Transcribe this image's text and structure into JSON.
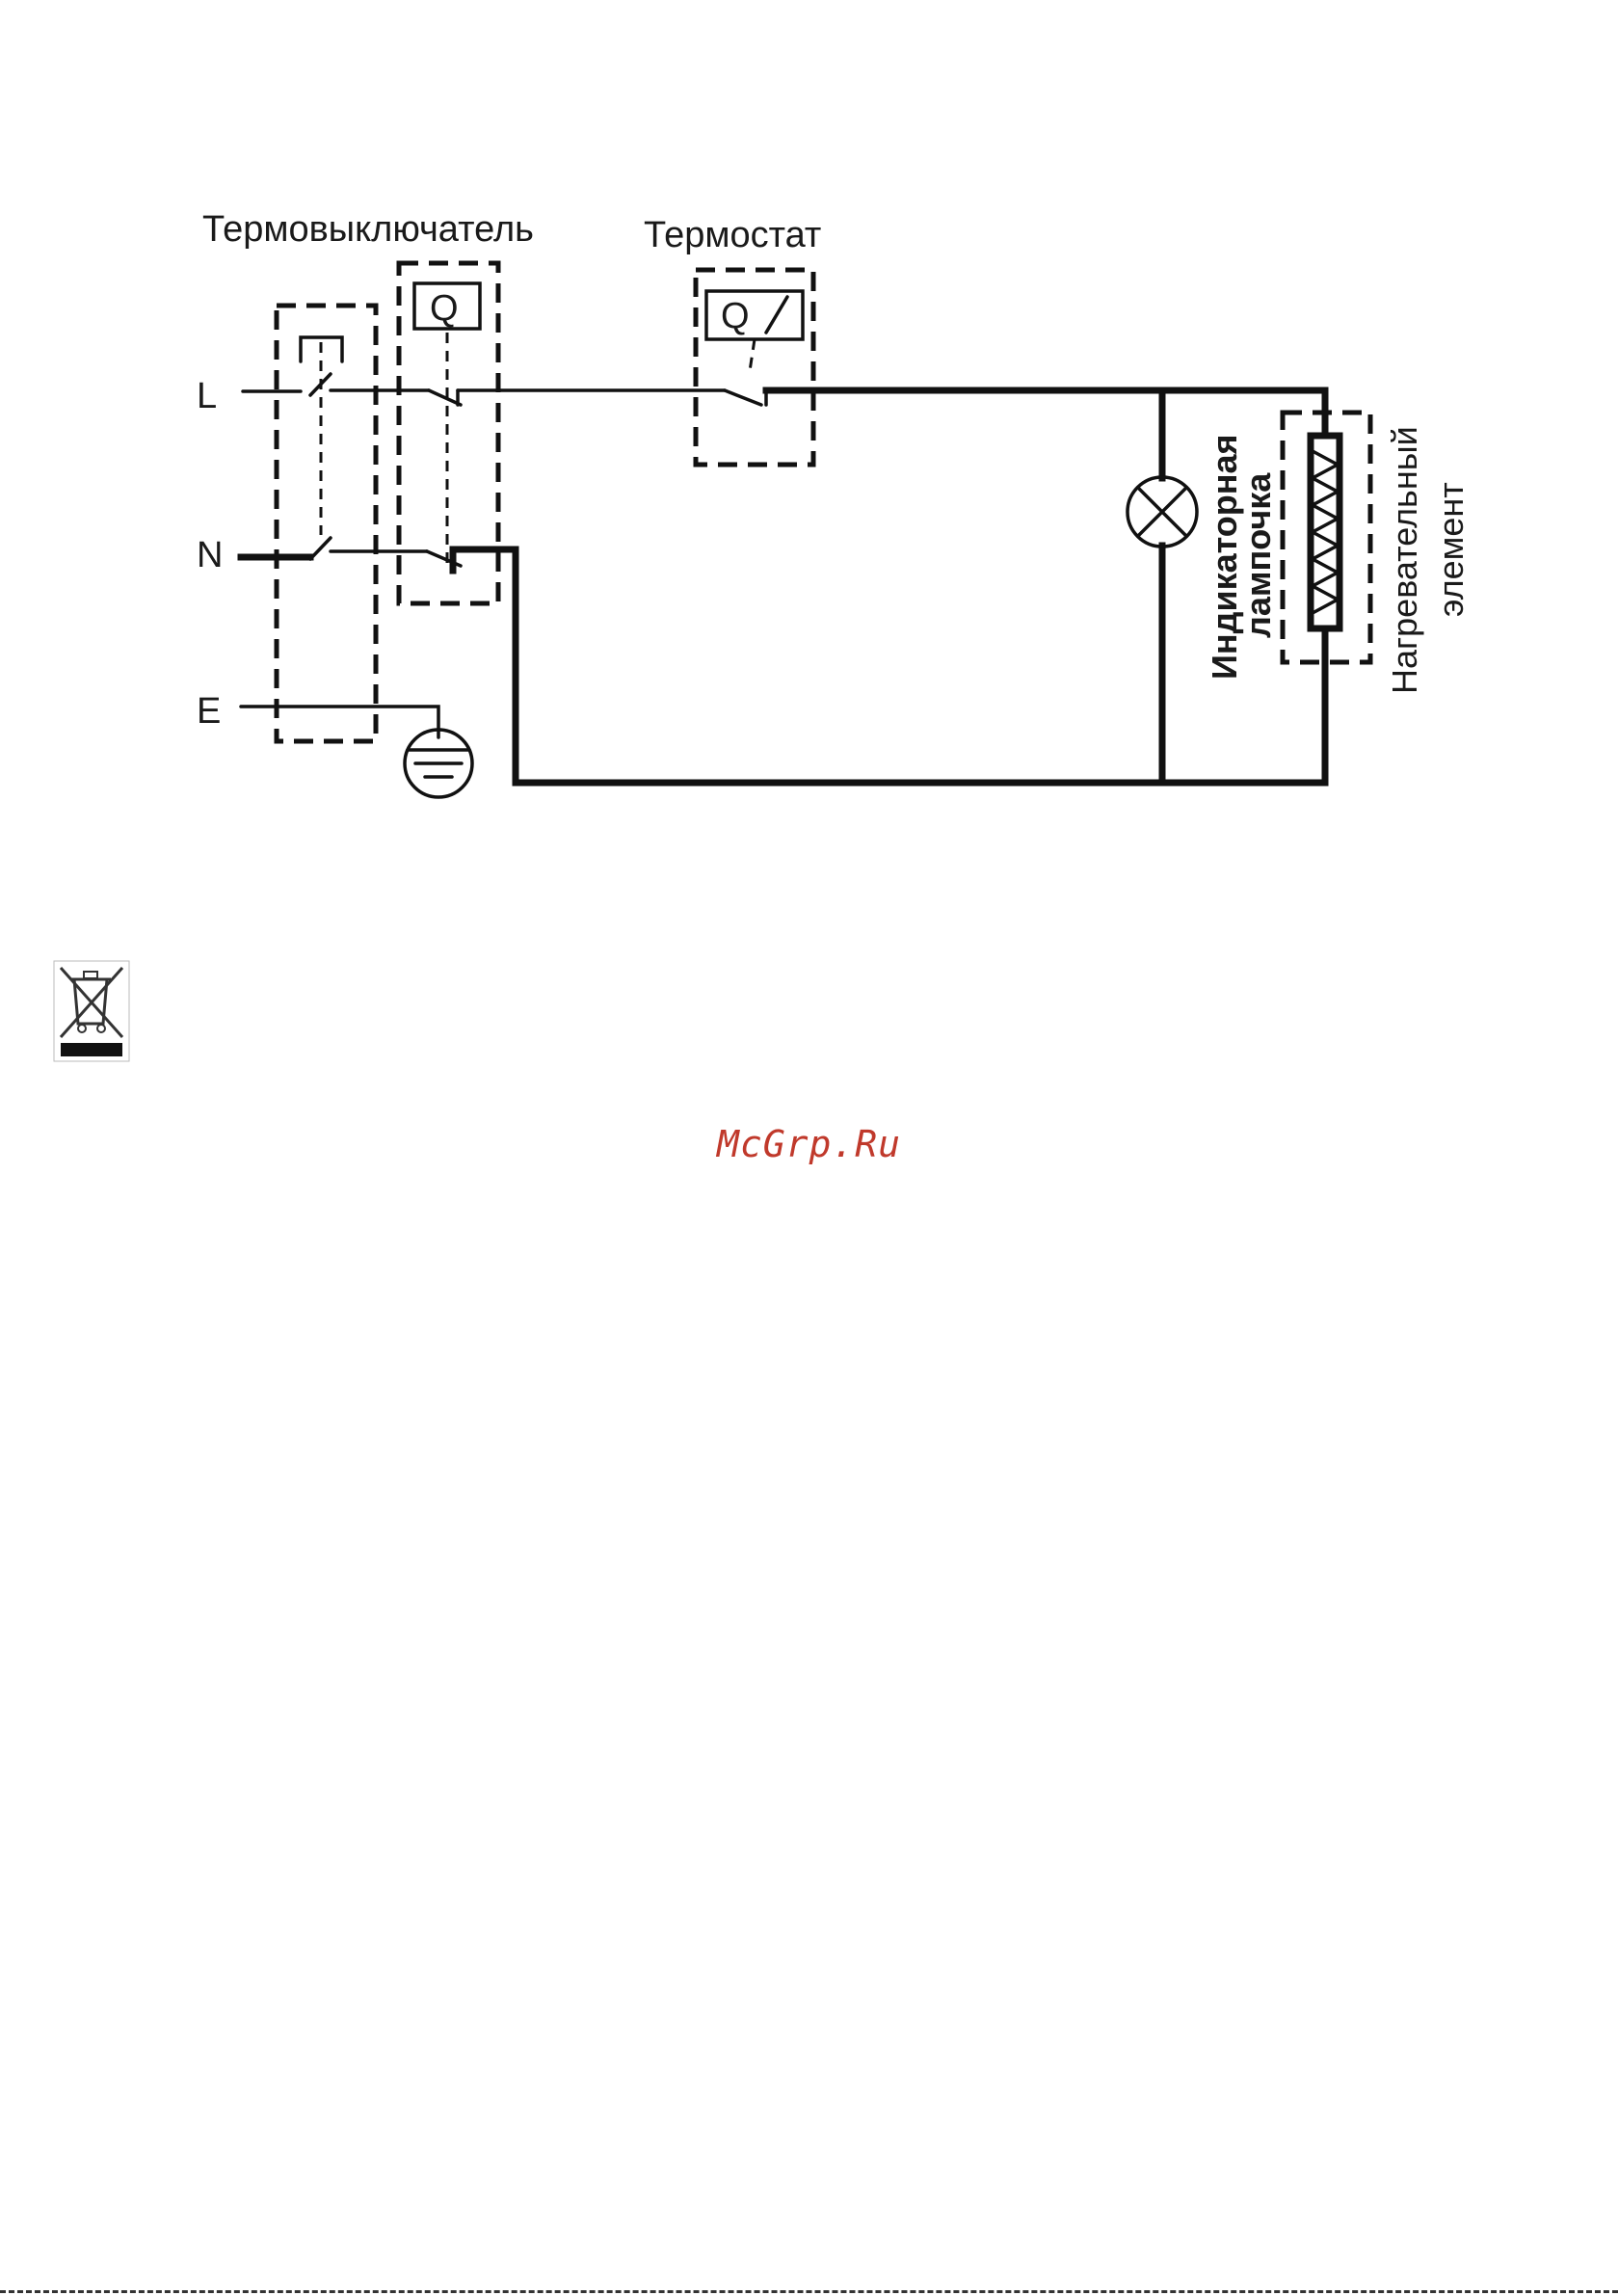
{
  "labels": {
    "thermal_switch": "Термовыключатель",
    "thermostat": "Термостат",
    "line": "L",
    "neutral": "N",
    "earth": "E",
    "q_thermal": "Q",
    "q_thermostat": "Q",
    "indicator_lamp_line1": "Индикаторная",
    "indicator_lamp_line2": "лампочка",
    "heating_element_line1": "Нагревательный",
    "heating_element_line2": "элемент"
  },
  "watermark": "McGrp.Ru",
  "colors": {
    "ink": "#111111",
    "watermark": "#c0392b",
    "background": "#ffffff"
  },
  "icons": {
    "weee": "crossed-out-wheelie-bin-icon",
    "ground": "ground-symbol-icon",
    "lamp": "indicator-lamp-icon",
    "heater": "heating-resistor-icon"
  }
}
